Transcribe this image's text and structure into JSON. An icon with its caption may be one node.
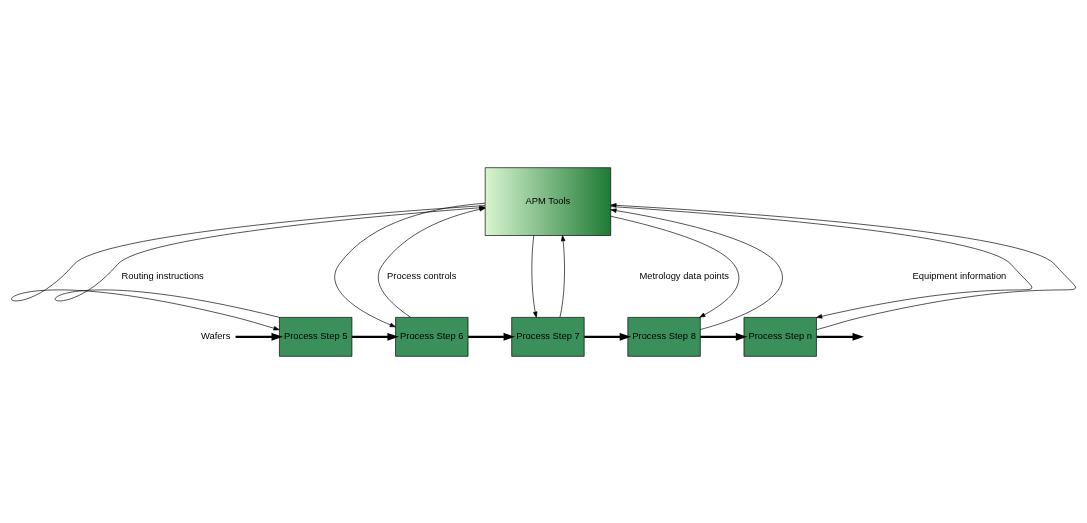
{
  "diagram": {
    "nodes": [
      {
        "text": [
          "APM Tools"
        ]
      },
      {
        "text": [
          "Wafers"
        ]
      },
      {
        "text": [
          "Process Step 5"
        ]
      },
      {
        "text": [
          "Process Step 6"
        ]
      },
      {
        "text": [
          "Process Step 7"
        ]
      },
      {
        "text": [
          "Process Step 8"
        ]
      },
      {
        "text": [
          "Process Step n"
        ]
      }
    ],
    "edges": [
      {
        "from": 1,
        "to": 2,
        "arrow": "to",
        "style": "thick"
      },
      {
        "from": 2,
        "to": 3,
        "arrow": "to",
        "style": "thick"
      },
      {
        "from": 3,
        "to": 4,
        "arrow": "to",
        "style": "thick"
      },
      {
        "from": 4,
        "to": 5,
        "arrow": "to",
        "style": "thick"
      },
      {
        "from": 5,
        "to": 6,
        "arrow": "to",
        "style": "thick"
      },
      {
        "from": 6,
        "to": null,
        "arrow": "to",
        "style": "thick"
      },
      {
        "from": 0,
        "to": 2,
        "arrow": "to"
      },
      {
        "from": 0,
        "to": 3,
        "arrow": "to"
      },
      {
        "from": 0,
        "to": 4,
        "arrow": "to"
      },
      {
        "from": 0,
        "to": 5,
        "arrow": "to"
      },
      {
        "from": 0,
        "to": 6,
        "arrow": "to"
      },
      {
        "from": 2,
        "to": 0,
        "arrow": "to"
      },
      {
        "from": 3,
        "to": 0,
        "arrow": "to"
      },
      {
        "from": 4,
        "to": 0,
        "arrow": "to"
      },
      {
        "from": 5,
        "to": 0,
        "arrow": "to"
      },
      {
        "from": 6,
        "to": 0,
        "arrow": "to"
      }
    ],
    "labels": [
      "Routing instructions",
      "Process controls",
      "Metrology data points",
      "Equipment information"
    ]
  }
}
